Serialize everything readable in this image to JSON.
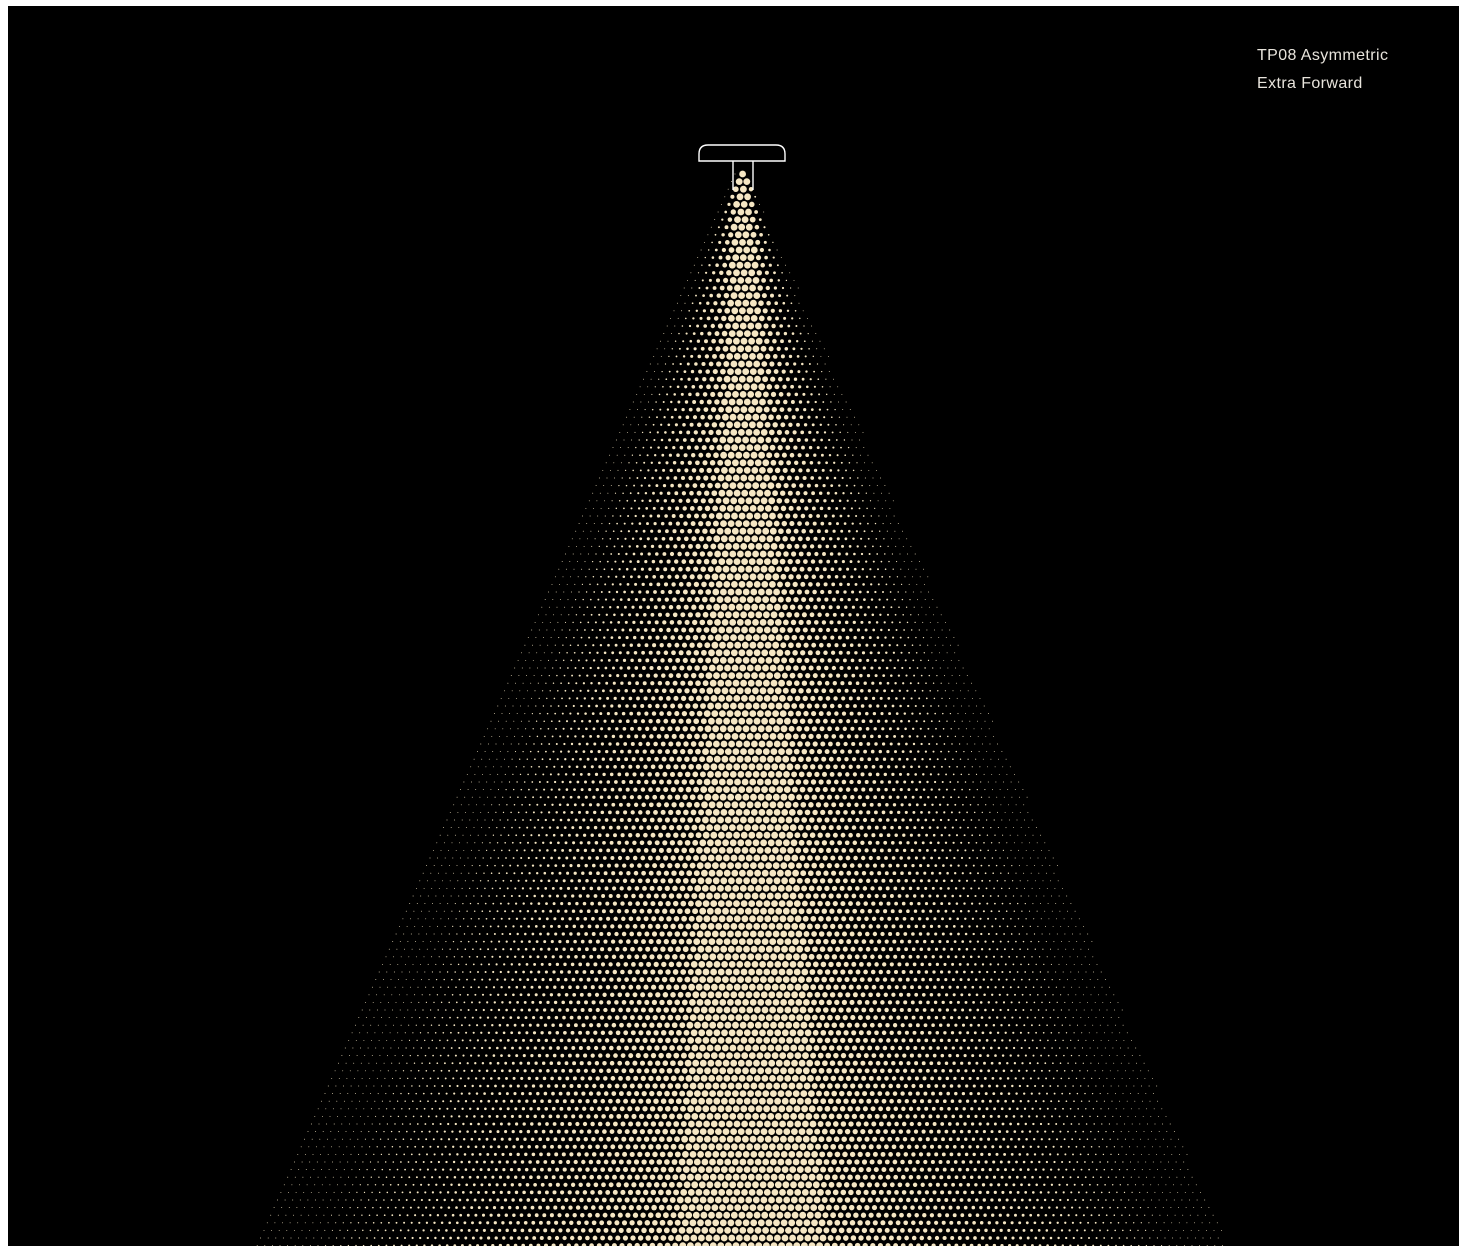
{
  "caption": {
    "line1": "TP08  Asymmetric",
    "line2": "Extra Forward"
  },
  "colors": {
    "background": "#000000",
    "dots": "#f5e6c3",
    "fixture_outline": "#ffffff",
    "text": "#e8e4dc"
  },
  "icons": {
    "fixture": "luminaire-head-icon"
  },
  "distribution": {
    "type": "asymmetric-extra-forward",
    "pattern": "halftone-dot-cone"
  }
}
